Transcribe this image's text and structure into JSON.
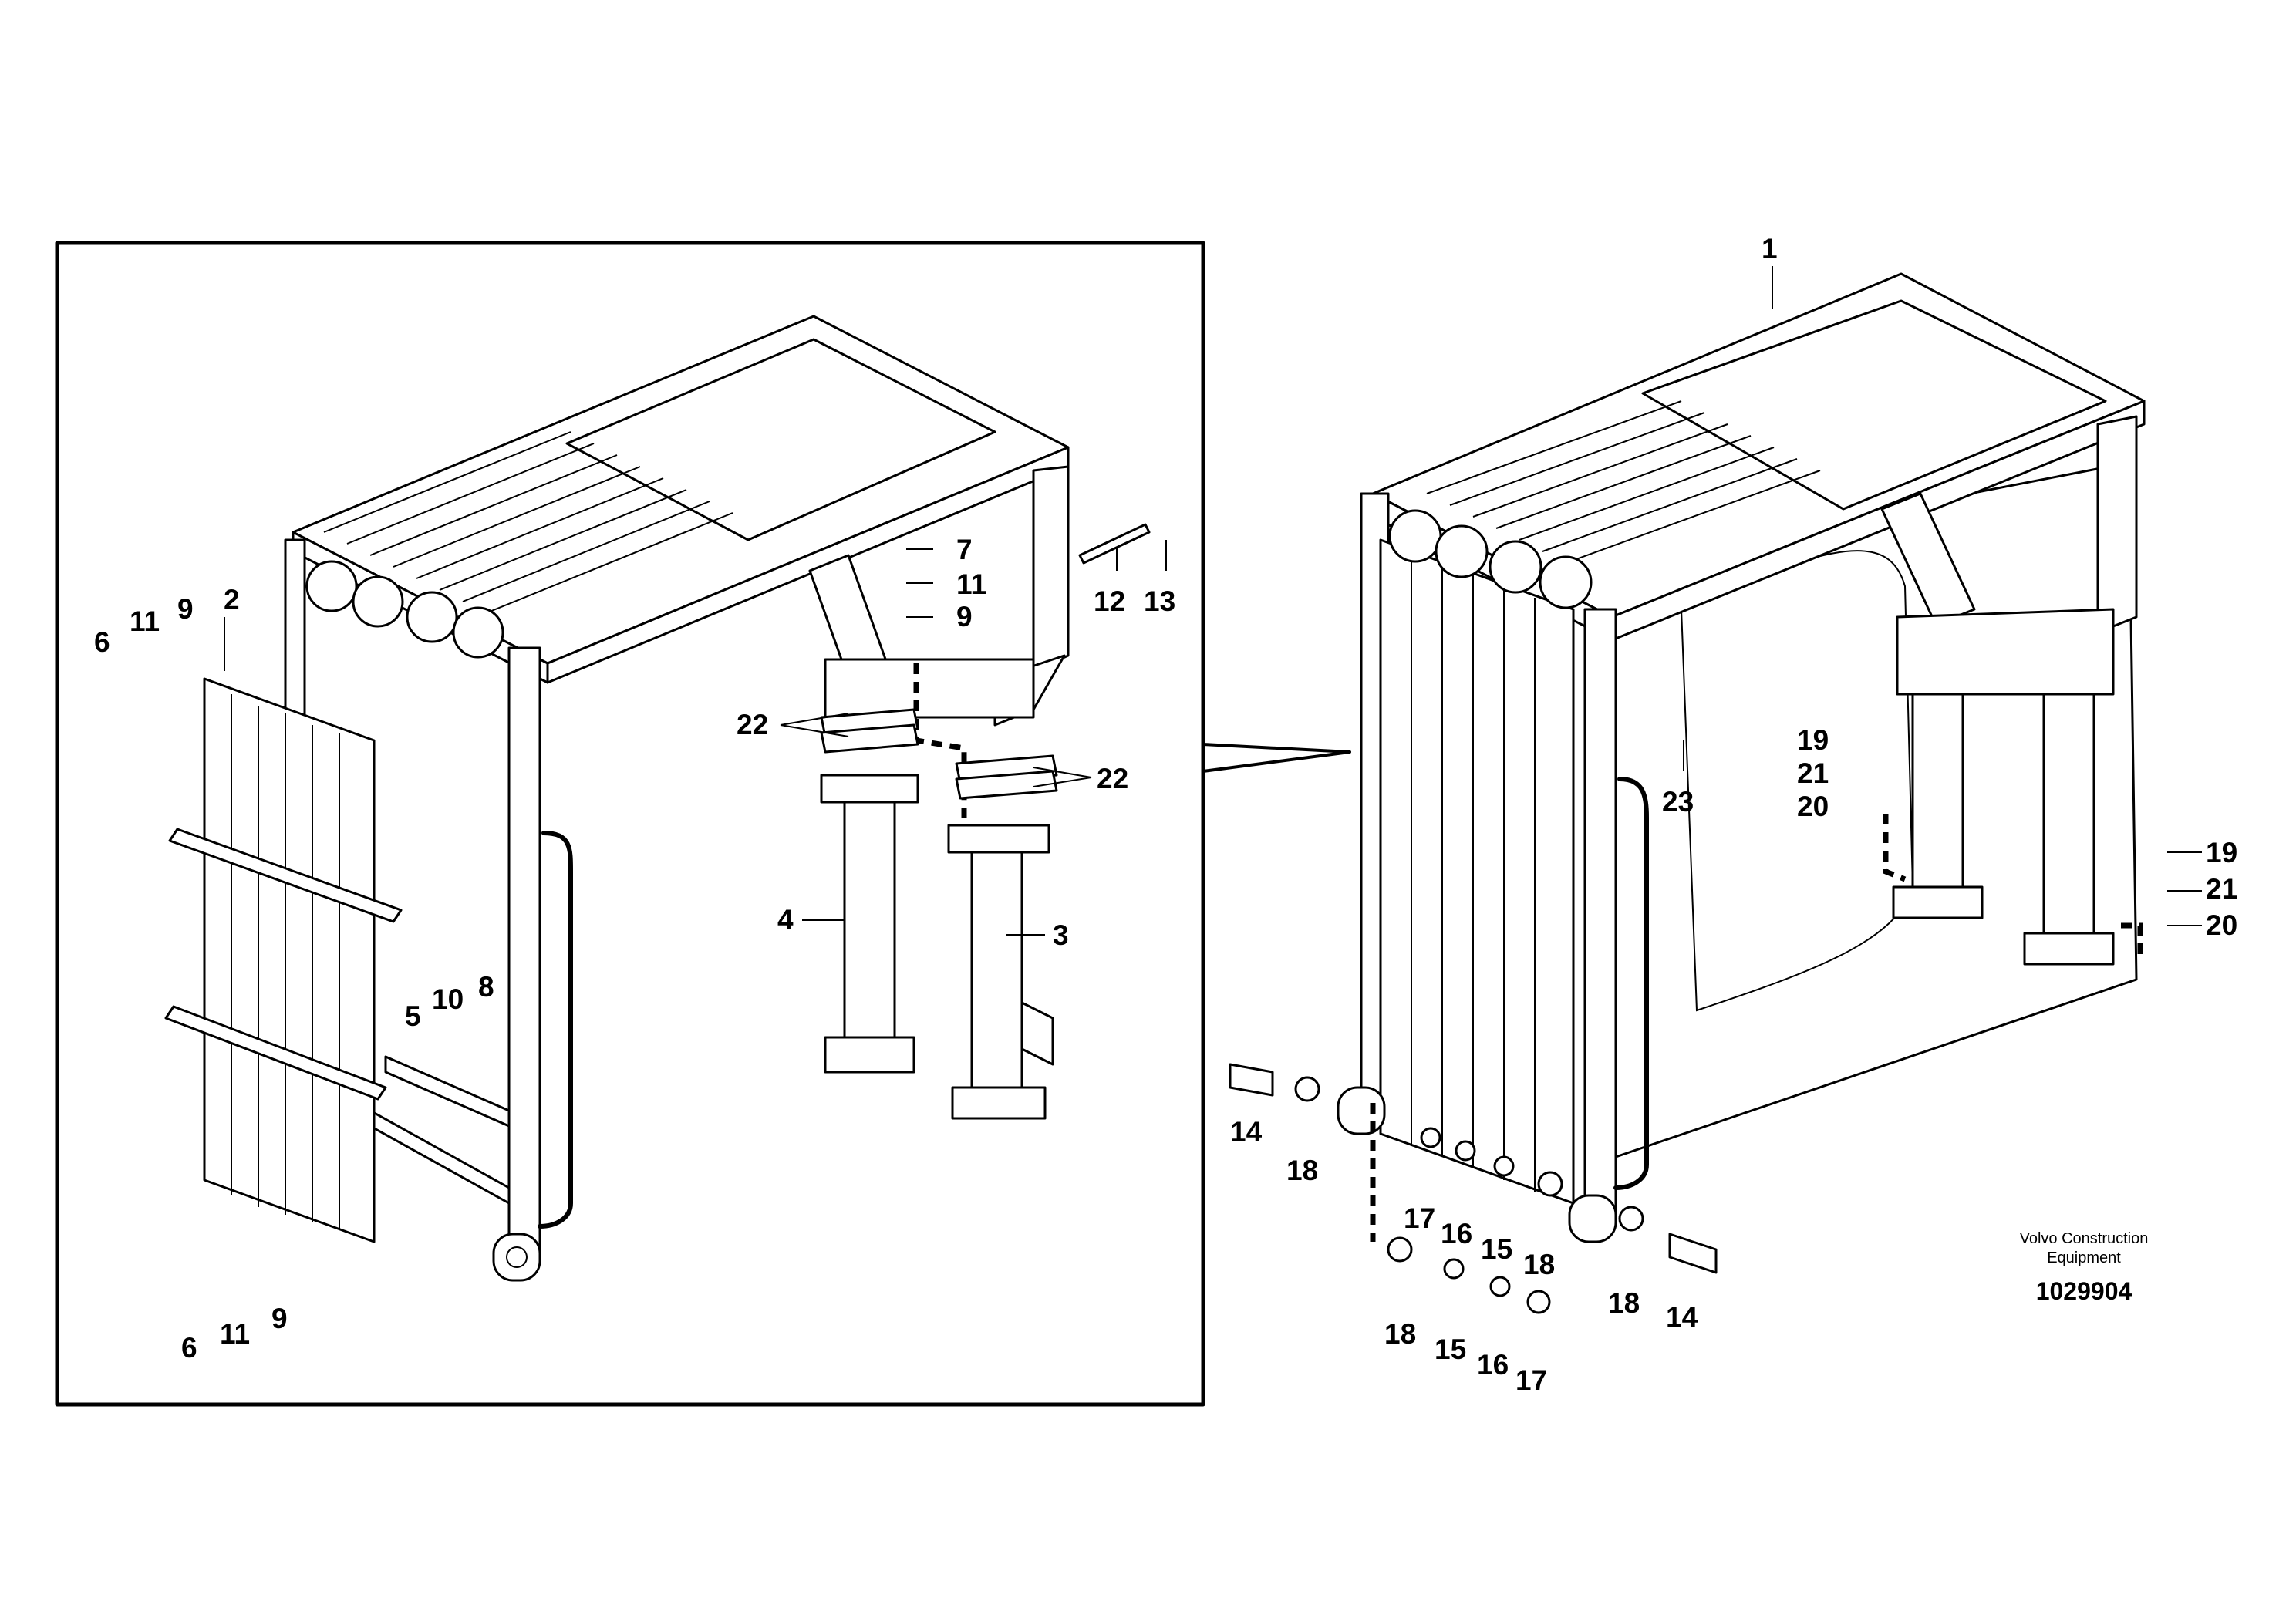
{
  "callouts": [
    {
      "key": "c1",
      "text": "1"
    },
    {
      "key": "c2",
      "text": "2"
    },
    {
      "key": "c3",
      "text": "3"
    },
    {
      "key": "c4",
      "text": "4"
    },
    {
      "key": "c5",
      "text": "5"
    },
    {
      "key": "c6a",
      "text": "6"
    },
    {
      "key": "c6b",
      "text": "6"
    },
    {
      "key": "c7",
      "text": "7"
    },
    {
      "key": "c8",
      "text": "8"
    },
    {
      "key": "c9a",
      "text": "9"
    },
    {
      "key": "c9b",
      "text": "9"
    },
    {
      "key": "c9c",
      "text": "9"
    },
    {
      "key": "c10",
      "text": "10"
    },
    {
      "key": "c11a",
      "text": "11"
    },
    {
      "key": "c11b",
      "text": "11"
    },
    {
      "key": "c11c",
      "text": "11"
    },
    {
      "key": "c12",
      "text": "12"
    },
    {
      "key": "c13",
      "text": "13"
    },
    {
      "key": "c14a",
      "text": "14"
    },
    {
      "key": "c14b",
      "text": "14"
    },
    {
      "key": "c15a",
      "text": "15"
    },
    {
      "key": "c15b",
      "text": "15"
    },
    {
      "key": "c16a",
      "text": "16"
    },
    {
      "key": "c16b",
      "text": "16"
    },
    {
      "key": "c17a",
      "text": "17"
    },
    {
      "key": "c17b",
      "text": "17"
    },
    {
      "key": "c18a",
      "text": "18"
    },
    {
      "key": "c18b",
      "text": "18"
    },
    {
      "key": "c18c",
      "text": "18"
    },
    {
      "key": "c18d",
      "text": "18"
    },
    {
      "key": "c19a",
      "text": "19"
    },
    {
      "key": "c19b",
      "text": "19"
    },
    {
      "key": "c20a",
      "text": "20"
    },
    {
      "key": "c20b",
      "text": "20"
    },
    {
      "key": "c21a",
      "text": "21"
    },
    {
      "key": "c21b",
      "text": "21"
    },
    {
      "key": "c22a",
      "text": "22"
    },
    {
      "key": "c22b",
      "text": "22"
    },
    {
      "key": "c23",
      "text": "23"
    }
  ],
  "caption": {
    "line1": "Volvo Construction",
    "line2": "Equipment",
    "number": "1029904"
  }
}
